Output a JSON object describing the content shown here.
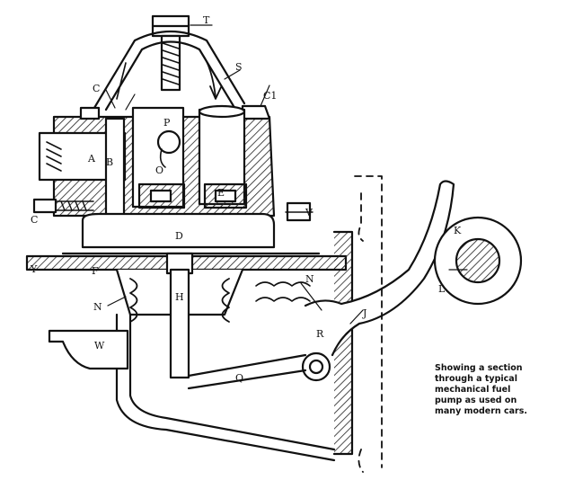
{
  "figure": {
    "labels": {
      "T": "T",
      "S": "S",
      "C_top": "C",
      "C1": "C1",
      "A": "A",
      "B": "B",
      "P": "P",
      "O": "O",
      "E": "E",
      "C_side": "C",
      "V": "V",
      "D": "D",
      "Y": "Y",
      "F": "F",
      "K": "K",
      "L": "L",
      "N_right": "N",
      "H": "H",
      "N_left": "N",
      "J": "J",
      "W": "W",
      "R": "R",
      "Q": "Q"
    },
    "caption": [
      "Showing a section",
      "through a typical",
      "mechanical fuel",
      "pump as used on",
      "many modern cars."
    ]
  }
}
